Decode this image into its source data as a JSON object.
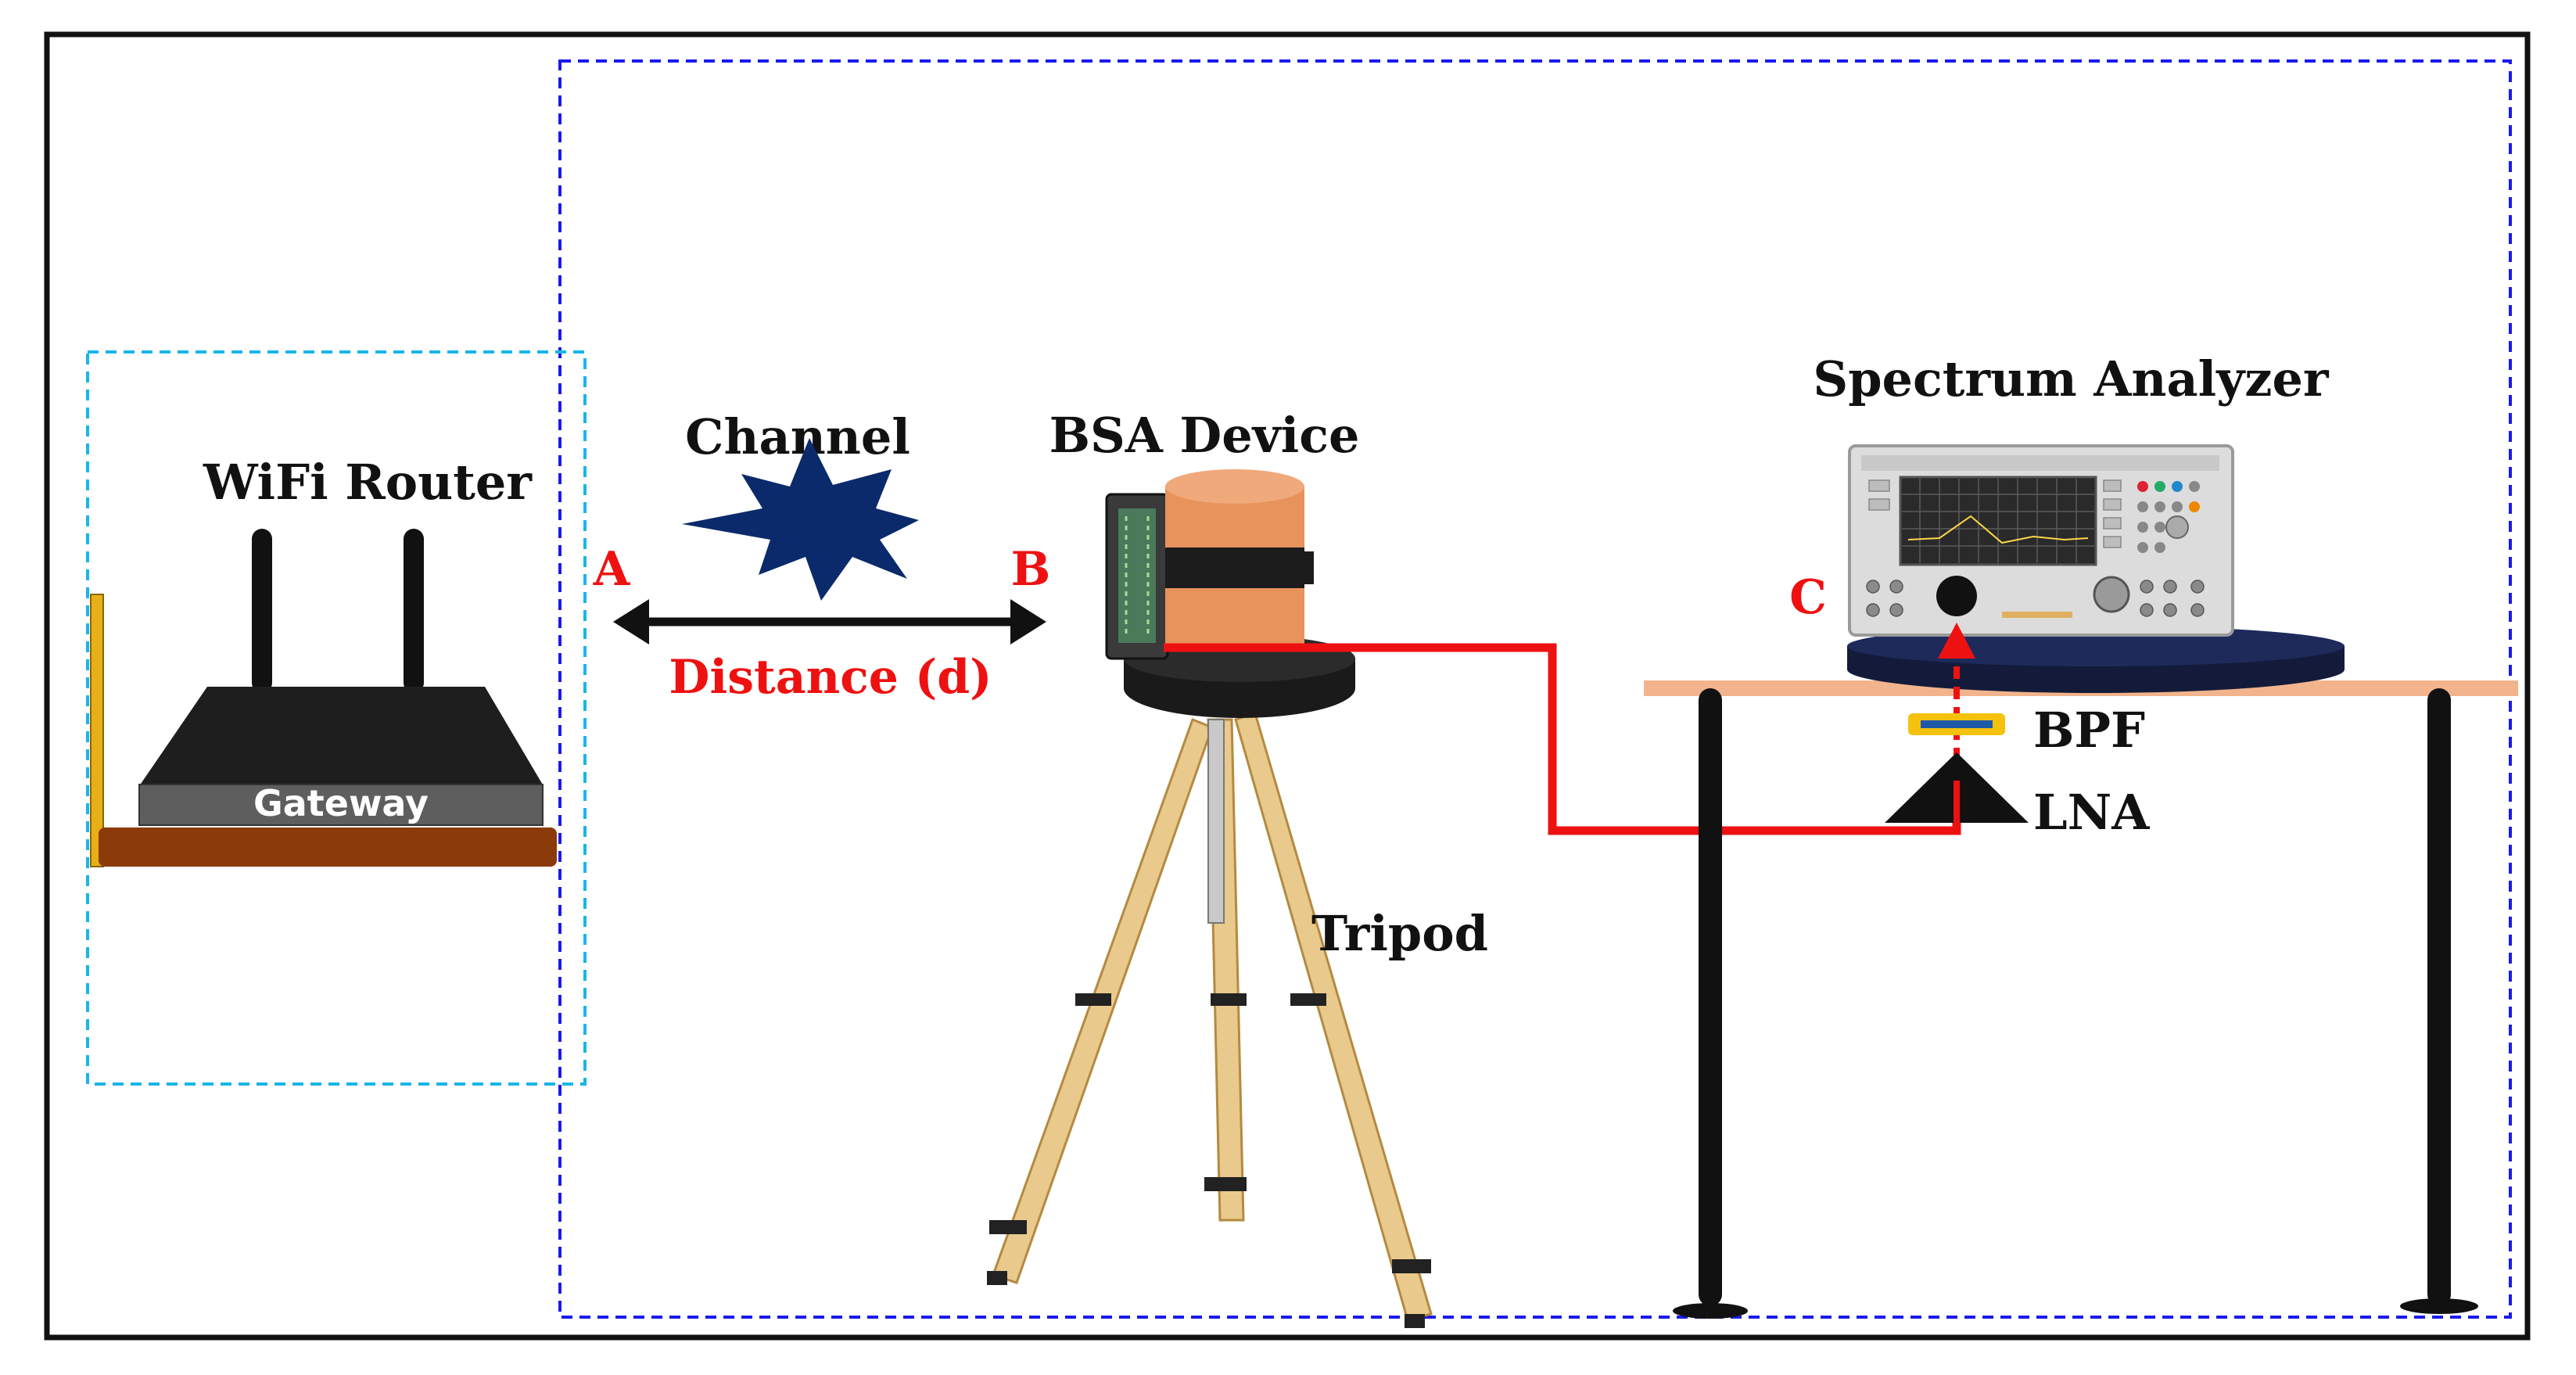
{
  "labels": {
    "wifi_router": "WiFi Router",
    "gateway": "Gateway",
    "channel": "Channel",
    "point_a": "A",
    "point_b": "B",
    "distance": "Distance (d)",
    "bsa_device": "BSA Device",
    "tripod": "Tripod",
    "spectrum_analyzer": "Spectrum Analyzer",
    "point_c": "C",
    "bpf": "BPF",
    "lna": "LNA"
  },
  "colors": {
    "border": "#111111",
    "blue_dashed": "#1a1aee",
    "cyan_dashed": "#19b5e6",
    "red": "#ee1111",
    "channel_star": "#0a2a6b",
    "shelf": "#8b3a0a",
    "table_top": "#f2b48c",
    "bsa_cylinder": "#e8925c",
    "tripod_wood": "#e9c98c",
    "bpf_yellow": "#f4c20d"
  },
  "icons": {
    "router": "router-icon",
    "channel": "burst-star-icon",
    "bsa": "cylinder-antenna-icon",
    "tripod": "tripod-icon",
    "spectrum_analyzer": "instrument-icon",
    "bpf": "filter-icon",
    "lna": "amplifier-triangle-icon"
  }
}
